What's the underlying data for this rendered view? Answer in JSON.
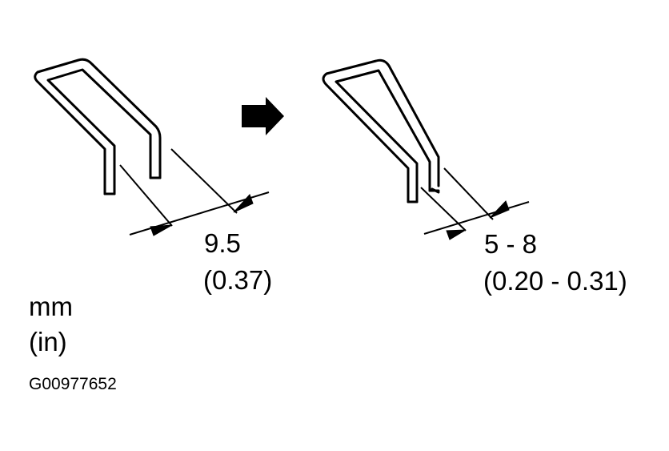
{
  "figure": {
    "before": {
      "dimension_value": "9.5",
      "dimension_value_in": "(0.37)"
    },
    "after": {
      "dimension_value": "5 - 8",
      "dimension_value_in": "(0.20 - 0.31)"
    },
    "units": {
      "primary": "mm",
      "secondary": "(in)"
    },
    "figure_id": "G00977652"
  },
  "colors": {
    "ink": "#000000",
    "background": "#ffffff"
  },
  "icons": {
    "arrow": "right-arrow-icon"
  }
}
